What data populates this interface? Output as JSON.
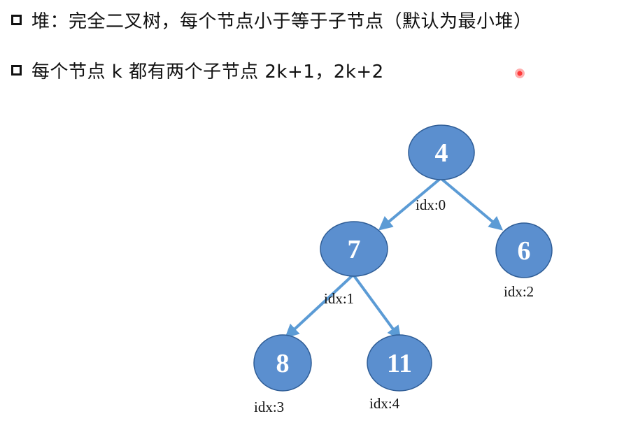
{
  "bullets": [
    {
      "text": "堆：完全二叉树，每个节点小于等于子节点（默认为最小堆）"
    },
    {
      "text": "每个节点 k 都有两个子节点 2k+1，2k+2"
    }
  ],
  "colors": {
    "node_fill": "#5b8fcf",
    "node_stroke": "#2f5d96",
    "edge": "#5b9bd5",
    "text": "#111111"
  },
  "tree": {
    "nodes": [
      {
        "id": "n0",
        "value": "4",
        "idx_label": ""
      },
      {
        "id": "n1",
        "value": "7",
        "idx_label": "idx:1"
      },
      {
        "id": "n2",
        "value": "6",
        "idx_label": "idx:2"
      },
      {
        "id": "n3",
        "value": "8",
        "idx_label": "idx:3"
      },
      {
        "id": "n4",
        "value": "11",
        "idx_label": "idx:4"
      }
    ],
    "root_idx_label": "idx:0",
    "edges": [
      {
        "from": "n0",
        "to": "n1"
      },
      {
        "from": "n0",
        "to": "n2"
      },
      {
        "from": "n1",
        "to": "n3"
      },
      {
        "from": "n1",
        "to": "n4"
      }
    ]
  }
}
